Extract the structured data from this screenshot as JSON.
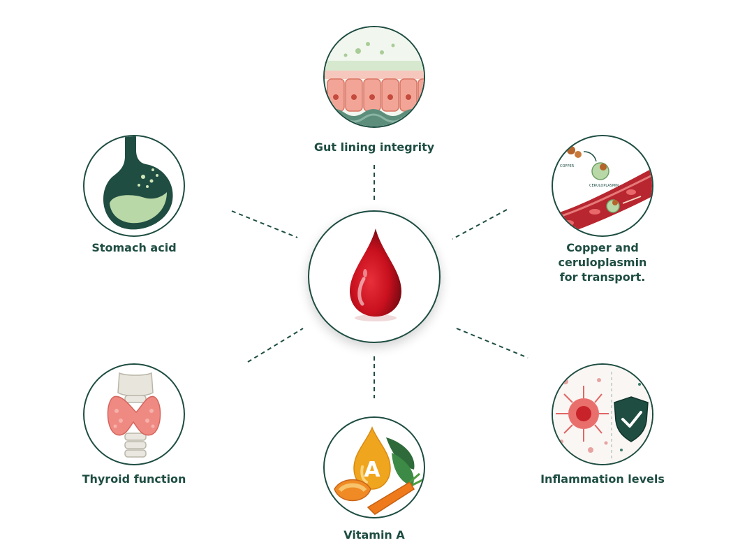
{
  "colors": {
    "outline": "#1e4d42",
    "label": "#1e4d42",
    "blood": "#c8101e"
  },
  "center": {
    "icon": "blood-drop-icon"
  },
  "nodes": {
    "gut": {
      "label": "Gut lining integrity",
      "icon": "intestinal-lining-icon"
    },
    "stomach": {
      "label": "Stomach acid",
      "icon": "stomach-icon"
    },
    "copper": {
      "label_lines": [
        "Copper and",
        "ceruloplasmin",
        "for transport."
      ],
      "icon": "copper-transport-icon",
      "inner_labels": {
        "copper": "COPPER",
        "ceruloplasmin": "CERULOPLASMIN"
      }
    },
    "thyroid": {
      "label": "Thyroid function",
      "icon": "thyroid-icon"
    },
    "vitamin_a": {
      "label": "Vitamin A",
      "icon": "vitamin-a-icon",
      "glyph": "A"
    },
    "inflammation": {
      "label": "Inflammation levels",
      "icon": "inflammation-shield-icon"
    }
  }
}
